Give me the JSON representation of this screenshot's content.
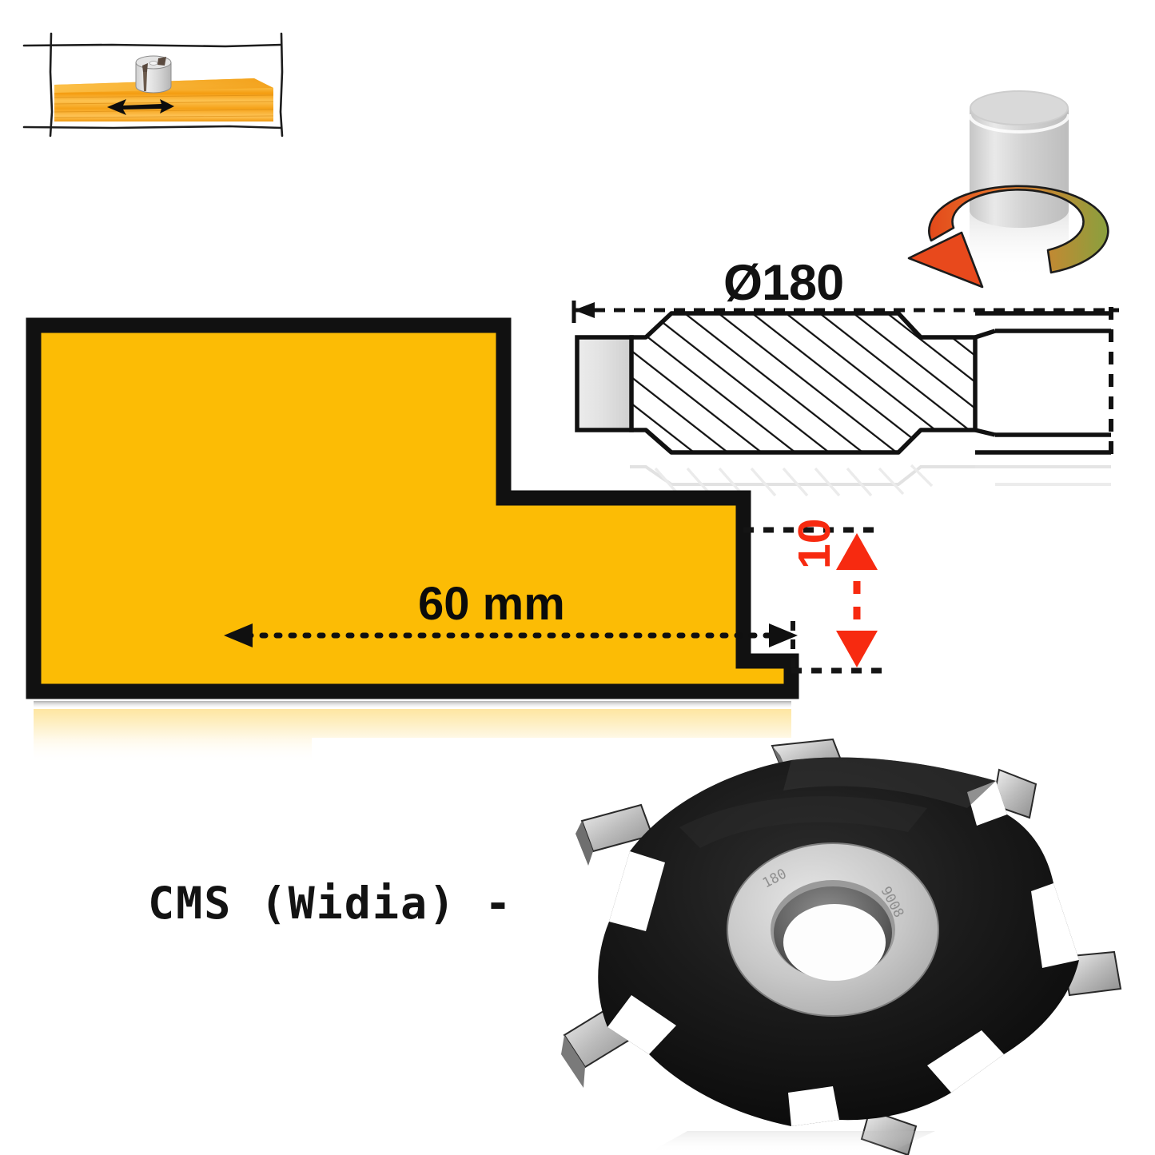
{
  "diagram": {
    "title": "Groove cutter technical drawing",
    "colors": {
      "workpiece_yellow": "#fcbc05",
      "outline_black": "#111111",
      "dimension_red": "#f72a10",
      "carbide_gray": "#d8d8d8",
      "cutter_black": "#161616",
      "hub_silver": "#cfcfcf",
      "rotation_orange": "#e8531d",
      "rotation_green": "#8aa03c"
    }
  },
  "feed_icon": {
    "name": "feed-direction-sketch",
    "description": "Cutter above wood workpiece with feed arrow",
    "arrow_direction": "left"
  },
  "rotation_icon": {
    "name": "spindle-rotation",
    "description": "Cylinder with circular rotation arrow",
    "direction": "counter-clockwise"
  },
  "labels": {
    "diameter": "Ø180",
    "length": "60 mm",
    "thickness": "10",
    "material": "CMS (Widia) -"
  },
  "cross_section": {
    "name": "tool-cross-section",
    "has_hatching": true,
    "carbide_tip": "left",
    "bore": "right"
  },
  "profile": {
    "name": "workpiece-rebate-profile",
    "shape": "L-shaped rebate",
    "fill": "#fcbc05"
  },
  "cutter_photo": {
    "name": "groove-cutter-product-photo",
    "teeth": 6,
    "body_color": "black",
    "hub_color": "silver"
  }
}
